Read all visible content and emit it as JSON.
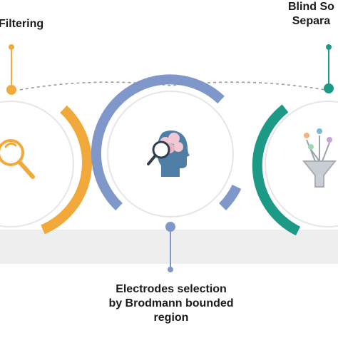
{
  "steps": [
    {
      "label": "Filtering",
      "color": "#F2A93B",
      "icon": "magnifier-icon"
    },
    {
      "label_lines": [
        "Electrodes selection",
        "by Brodmann bounded",
        "region"
      ],
      "color": "#7F97C9",
      "icon": "brain-head-magnifier-icon"
    },
    {
      "label_lines": [
        "Blind So",
        "Separa"
      ],
      "color": "#1D9A86",
      "icon": "funnel-network-icon"
    }
  ],
  "colors": {
    "orange": "#F2A93B",
    "blue": "#7F97C9",
    "teal": "#1D9A86",
    "gray_band": "#EEEEEE",
    "dashed": "#9A9A9A"
  }
}
